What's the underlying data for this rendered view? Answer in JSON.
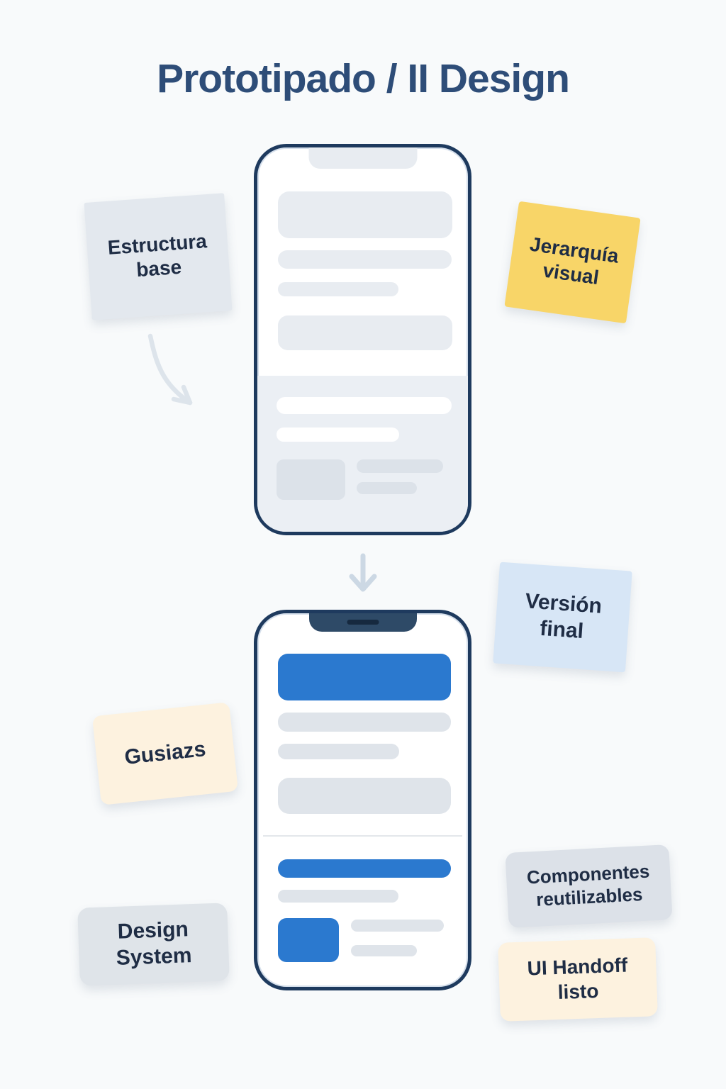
{
  "title": "Prototipado / II Design",
  "sticky_notes": {
    "estructura_base": "Estructura base",
    "jerarquia_visual": "Jerarquía visual",
    "version_final": "Versión final",
    "guias": "Gusiazs",
    "componentes": "Componentes reutilizables",
    "design_system": "Design System",
    "ui_handoff": "UI Handoff listo"
  },
  "icons": {
    "curved_arrow": "curved-arrow-icon",
    "down_arrow": "down-arrow-icon"
  },
  "colors": {
    "background": "#f8fafb",
    "title_text": "#2e4d78",
    "note_text": "#1f2d45",
    "phone_frame": "#1e3a5e",
    "accent_blue": "#2b79cf",
    "notch_navy": "#2e4a67",
    "note_gray": "#e3e8ee",
    "note_yellow": "#f8d568",
    "note_light_blue": "#d7e6f6",
    "note_cream": "#fdf2df",
    "skeleton_gray": "#e8ecf1"
  }
}
